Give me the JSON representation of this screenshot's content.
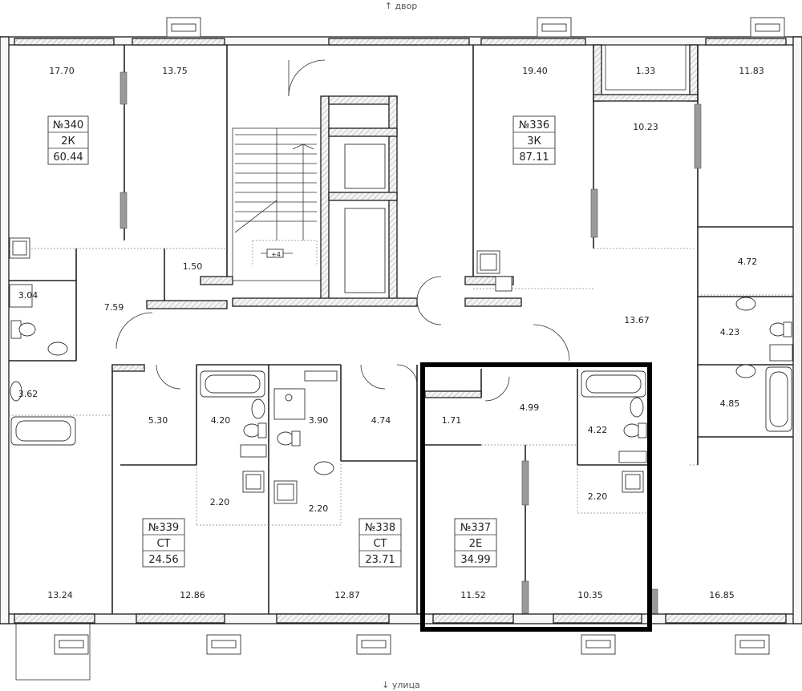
{
  "orientation": {
    "top": "↑ двор",
    "bottom": "↓ улица"
  },
  "apartments": [
    {
      "id": "apt-340",
      "number": "№340",
      "type": "2К",
      "area": "60.44"
    },
    {
      "id": "apt-336",
      "number": "№336",
      "type": "3К",
      "area": "87.11"
    },
    {
      "id": "apt-339",
      "number": "№339",
      "type": "СТ",
      "area": "24.56"
    },
    {
      "id": "apt-338",
      "number": "№338",
      "type": "СТ",
      "area": "23.71"
    },
    {
      "id": "apt-337",
      "number": "№337",
      "type": "2Е",
      "area": "34.99"
    }
  ],
  "rooms": [
    {
      "id": "r1",
      "area": "17.70"
    },
    {
      "id": "r2",
      "area": "13.75"
    },
    {
      "id": "r3",
      "area": "19.40"
    },
    {
      "id": "r4",
      "area": "1.33"
    },
    {
      "id": "r5",
      "area": "11.83"
    },
    {
      "id": "r6",
      "area": "10.23"
    },
    {
      "id": "r7",
      "area": "1.50"
    },
    {
      "id": "r8",
      "area": "4.72"
    },
    {
      "id": "r9",
      "area": "3.04"
    },
    {
      "id": "r10",
      "area": "7.59"
    },
    {
      "id": "r11",
      "area": "13.67"
    },
    {
      "id": "r12",
      "area": "4.23"
    },
    {
      "id": "r13",
      "area": "3.62"
    },
    {
      "id": "r14",
      "area": "4.85"
    },
    {
      "id": "r15",
      "area": "5.30"
    },
    {
      "id": "r16",
      "area": "4.20"
    },
    {
      "id": "r17",
      "area": "3.90"
    },
    {
      "id": "r18",
      "area": "4.74"
    },
    {
      "id": "r19",
      "area": "1.71"
    },
    {
      "id": "r20",
      "area": "4.99"
    },
    {
      "id": "r21",
      "area": "4.22"
    },
    {
      "id": "r22",
      "area": "2.20"
    },
    {
      "id": "r23",
      "area": "2.20"
    },
    {
      "id": "r24",
      "area": "2.20"
    },
    {
      "id": "r25",
      "area": "13.24"
    },
    {
      "id": "r26",
      "area": "12.86"
    },
    {
      "id": "r27",
      "area": "12.87"
    },
    {
      "id": "r28",
      "area": "11.52"
    },
    {
      "id": "r29",
      "area": "10.35"
    },
    {
      "id": "r30",
      "area": "16.85"
    }
  ],
  "stair_mark": "+4"
}
